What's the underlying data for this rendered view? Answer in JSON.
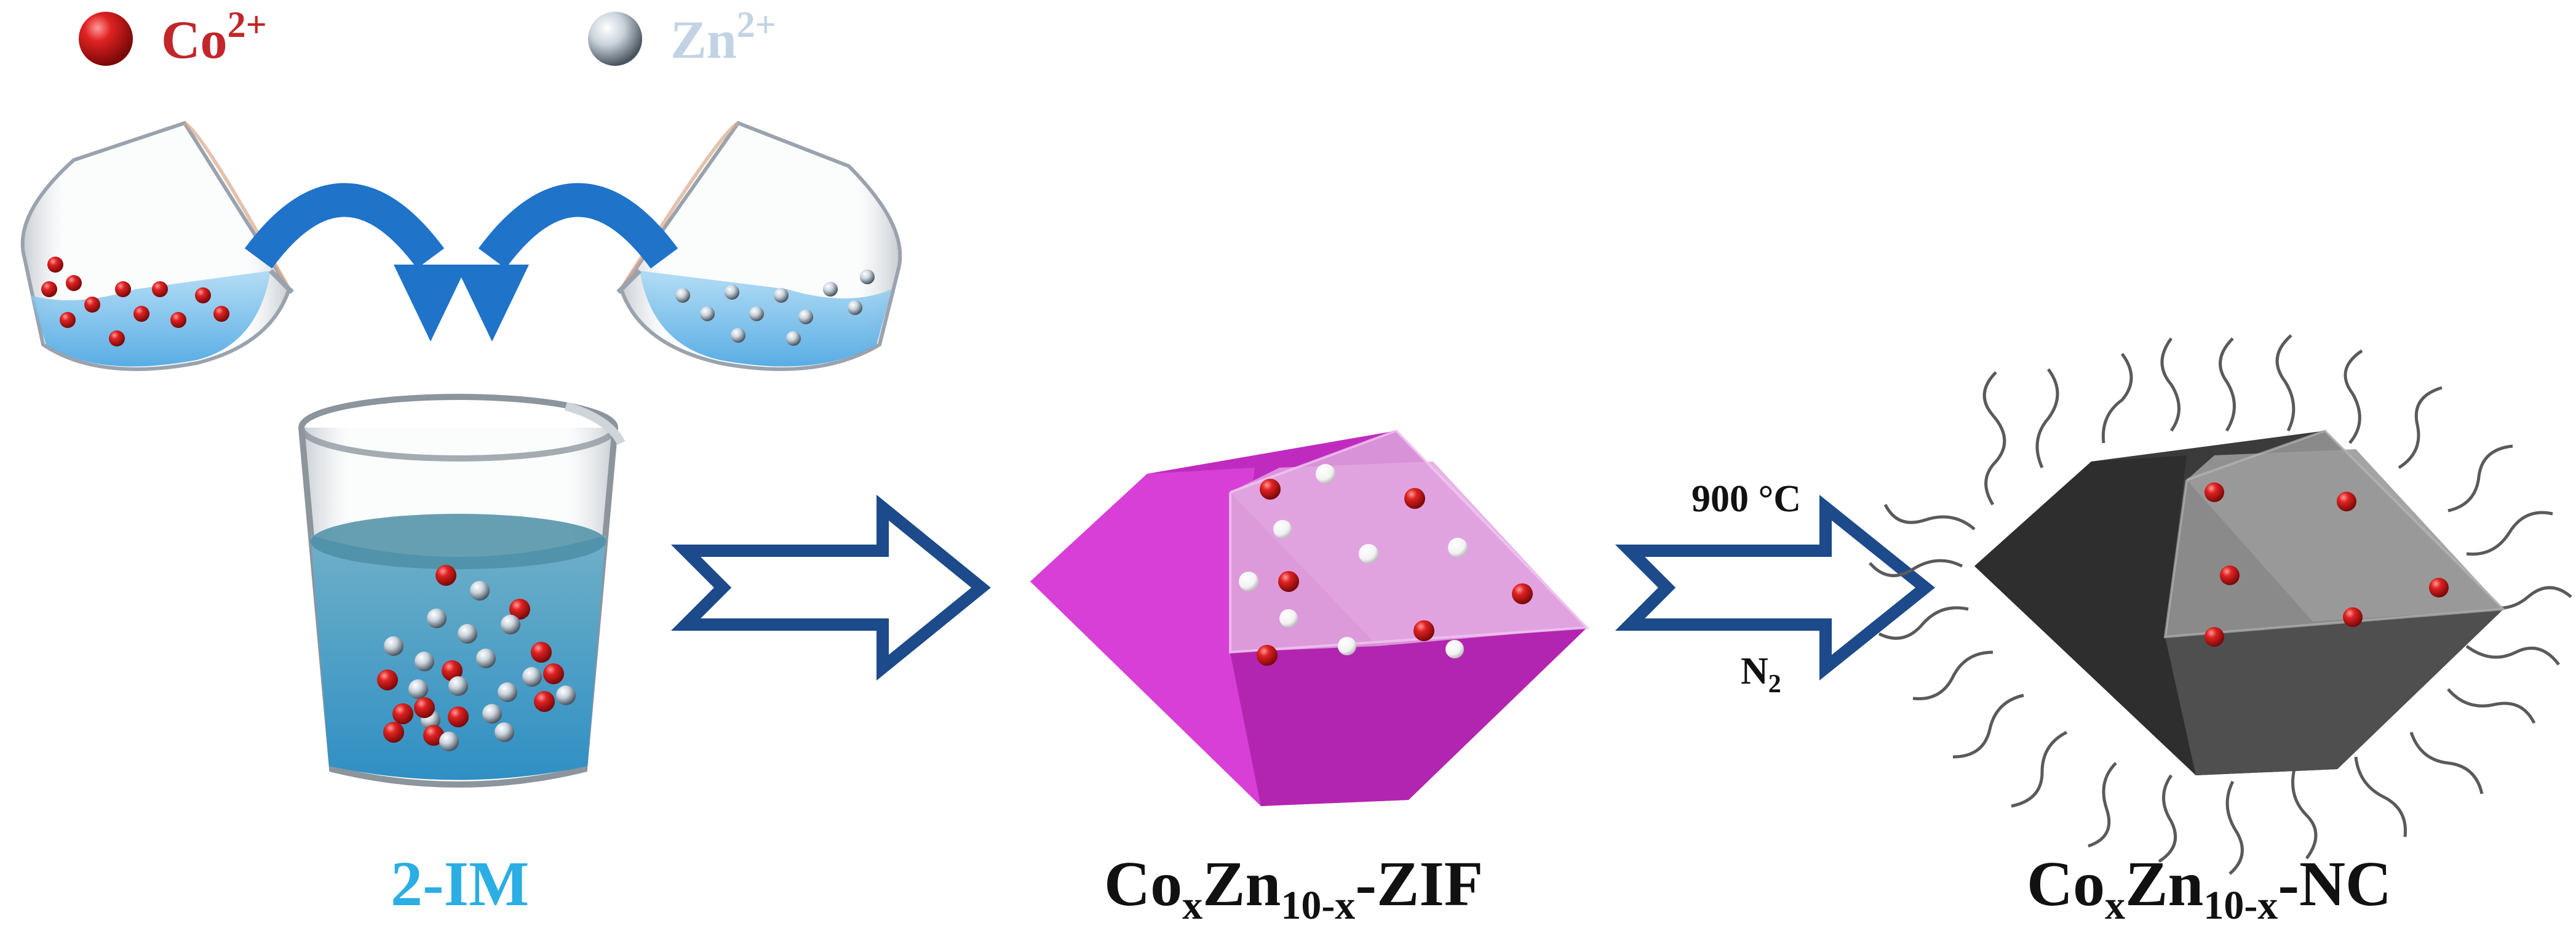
{
  "legend": {
    "co": {
      "ion": "Co",
      "charge": "2+",
      "color": "#cc1b1b"
    },
    "zn": {
      "ion": "Zn",
      "charge": "2+",
      "color": "#c3d3e3"
    }
  },
  "labels": {
    "precursor": "2-IM",
    "zif": {
      "a": "Co",
      "a_sub": "x",
      "b": "Zn",
      "b_sub": "10-x",
      "suffix": "-ZIF"
    },
    "nc": {
      "a": "Co",
      "a_sub": "x",
      "b": "Zn",
      "b_sub": "10-x",
      "suffix": "-NC"
    }
  },
  "conditions": {
    "temperature": "900 °C",
    "gas": "N",
    "gas_sub": "2"
  },
  "colors": {
    "arrow_outline": "#1c4a8a",
    "pour_arrow": "#1f73c9",
    "solution": "#4fa8d8",
    "zif_crystal": "#cc3bc9",
    "carbon_crystal": "#4a4a4a",
    "precursor_label": "#2aaee3"
  }
}
